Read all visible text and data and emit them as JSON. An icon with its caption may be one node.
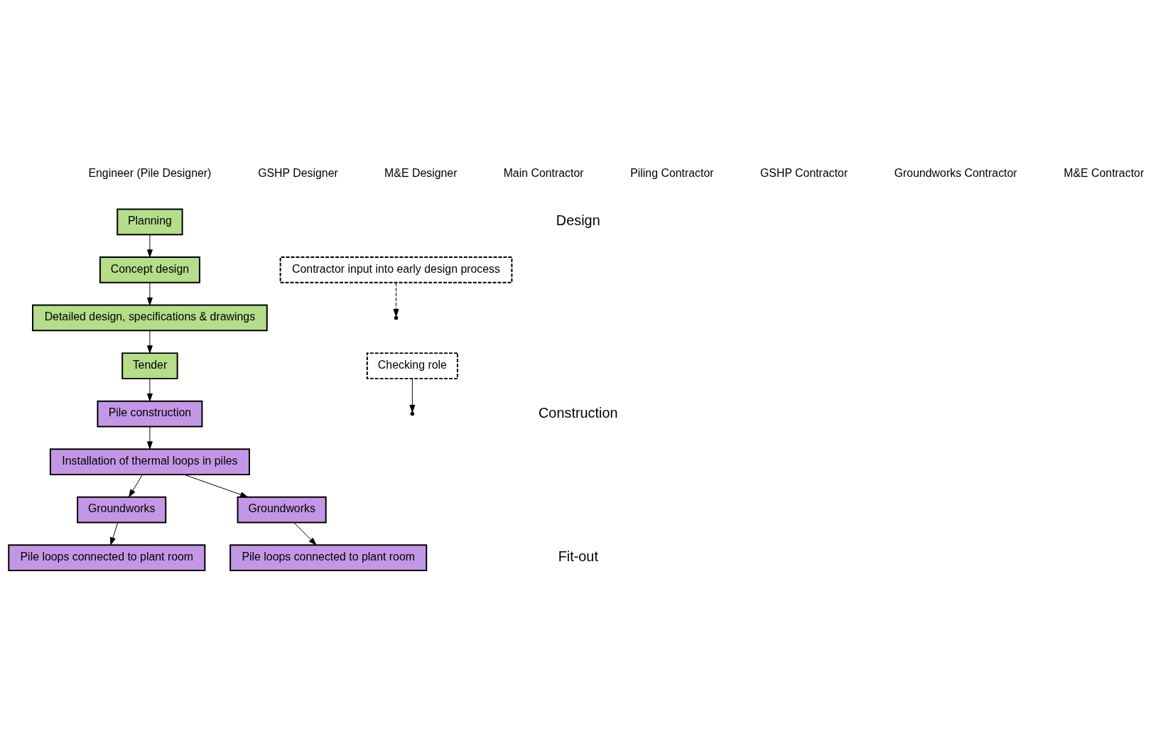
{
  "diagram": {
    "nodes": [
      {
        "text": [
          "Planning"
        ]
      },
      {
        "text": [
          "Concept design"
        ]
      },
      {
        "text": [
          "Detailed design, specifications & drawings"
        ]
      },
      {
        "text": [
          "Tender"
        ]
      },
      {
        "text": [
          "Contractor input into early design process"
        ]
      },
      {
        "text": [
          "Checking role"
        ]
      },
      {
        "text": [
          "Pile construction"
        ]
      },
      {
        "text": [
          "Installation of thermal loops in piles"
        ]
      },
      {
        "text": [
          "Groundworks"
        ]
      },
      {
        "text": [
          "Groundworks"
        ]
      },
      {
        "text": [
          "Pile loops connected to plant room"
        ]
      },
      {
        "text": [
          "Pile loops connected to plant room"
        ]
      }
    ],
    "edges": [
      {
        "from": 0,
        "to": 1,
        "arrow": "to"
      },
      {
        "from": 1,
        "to": 2,
        "arrow": "to"
      },
      {
        "from": 2,
        "to": 3,
        "arrow": "to"
      },
      {
        "from": 4,
        "to": null,
        "arrow": "to",
        "style": "dashed"
      },
      {
        "from": 3,
        "to": 6,
        "arrow": "to"
      },
      {
        "from": 6,
        "to": 7,
        "arrow": "to"
      },
      {
        "from": 5,
        "to": null,
        "arrow": "to"
      },
      {
        "from": 7,
        "to": 8,
        "arrow": "to"
      },
      {
        "from": 7,
        "to": 9,
        "arrow": "to"
      },
      {
        "from": 8,
        "to": 10,
        "arrow": "to"
      },
      {
        "from": 9,
        "to": 11,
        "arrow": "to"
      }
    ],
    "labels": [
      "Engineer (Pile Designer)",
      "GSHP Designer",
      "M&E Designer",
      "Main Contractor",
      "Piling Contractor",
      "GSHP Contractor",
      "Groundworks Contractor",
      "M&E Contractor",
      "Design",
      "Construction",
      "Fit-out"
    ]
  }
}
